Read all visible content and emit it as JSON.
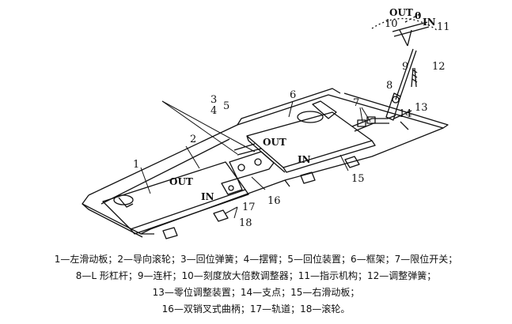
{
  "labels": {
    "n1": "1",
    "n2": "2",
    "n3": "3",
    "n4": "4",
    "n5": "5",
    "n6": "6",
    "n7": "7",
    "n8": "8",
    "n9": "9",
    "n10": "10",
    "n11": "11",
    "n12": "12",
    "n13": "13",
    "n14": "14",
    "n15": "15",
    "n16": "16",
    "n17": "17",
    "n18": "18"
  },
  "words": {
    "out_left": "OUT",
    "in_left": "IN",
    "out_right": "OUT",
    "in_right": "IN",
    "out_dial": "OUT",
    "zero_dial": "0",
    "in_dial": "IN"
  },
  "caption": {
    "line1": "1—左滑动板；2—导向滚轮；3—回位弹簧；4—摆臂；5—回位装置；6—框架；7—限位开关；",
    "line2": "8—L 形杠杆；9—连杆；10—刻度放大倍数调整器；11—指示机构；12—调整弹簧；",
    "line3": "13—零位调整装置；14—支点；15—右滑动板；",
    "line4": "16—双销叉式曲柄；17—轨道；18—滚轮。"
  }
}
